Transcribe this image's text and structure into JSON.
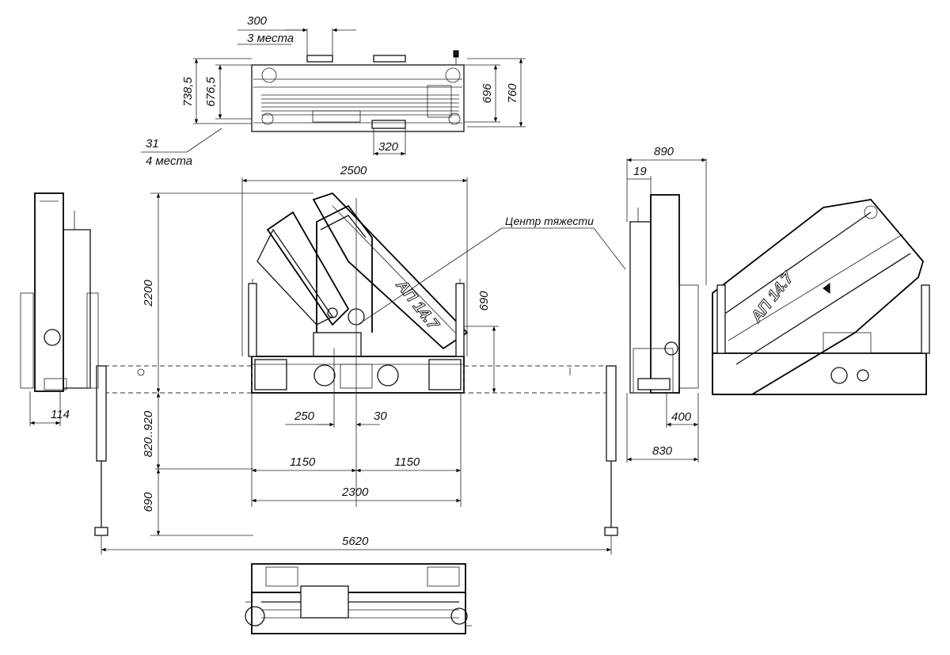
{
  "dimensions": {
    "d300": "300",
    "places3": "3 места",
    "d738": "738,5",
    "d676": "676,5",
    "d696": "696",
    "d760": "760",
    "d31": "31",
    "places4": "4 места",
    "d320": "320",
    "d2500": "2500",
    "d890": "890",
    "d19": "19",
    "d2200": "2200",
    "d690_upper": "690",
    "d114": "114",
    "d250": "250",
    "d30": "30",
    "d820": "820..920",
    "d1150_left": "1150",
    "d1150_right": "1150",
    "d2300": "2300",
    "d690_lower": "690",
    "d5620": "5620",
    "d400": "400",
    "d830": "830"
  },
  "labels": {
    "center_of_gravity": "Центр тяжести",
    "model_front": "АП 14.7",
    "model_side": "АП 14.7"
  }
}
